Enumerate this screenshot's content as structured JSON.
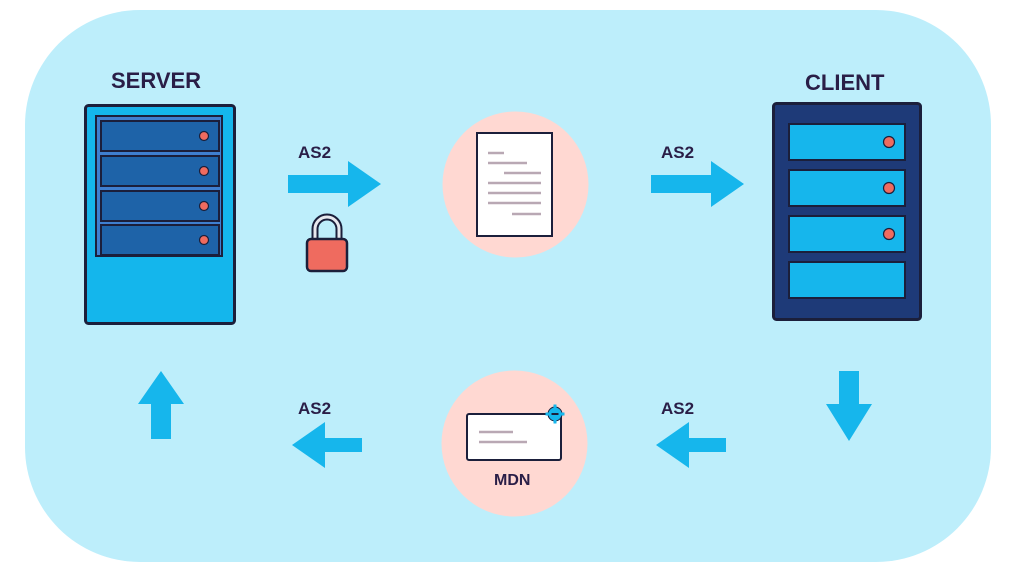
{
  "nodes": {
    "server": {
      "label": "SERVER"
    },
    "client": {
      "label": "CLIENT"
    }
  },
  "edges": {
    "server_to_doc": {
      "label": "AS2"
    },
    "doc_to_client": {
      "label": "AS2"
    },
    "client_to_mdn": {
      "label": "AS2"
    },
    "mdn_to_server": {
      "label": "AS2"
    }
  },
  "mdn": {
    "label": "MDN"
  },
  "colors": {
    "background": "#bdeefb",
    "arrow": "#16b6ec",
    "server_frame": "#3f7fd0",
    "server_face": "#14b6ec",
    "client_frame": "#1e3a78",
    "outline": "#1b1f3b",
    "drive_dark": "#1e63a8",
    "led": "#ef6b5f",
    "badge": "#ffd8d2",
    "lock": "#ef6b5f",
    "text": "#2a1e47"
  },
  "icons": [
    "server-icon",
    "client-icon",
    "document-icon",
    "lock-icon",
    "mdn-envelope-icon",
    "gear-icon"
  ]
}
